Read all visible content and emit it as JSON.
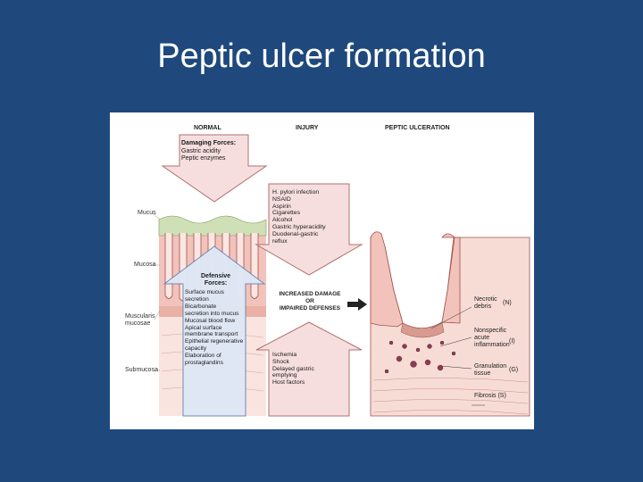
{
  "slide": {
    "title": "Peptic ulcer formation"
  },
  "diagram": {
    "columns": {
      "normal": "NORMAL",
      "injury": "INJURY",
      "ulceration": "PEPTIC ULCERATION"
    },
    "layers": {
      "mucus": "Mucus",
      "mucosa": "Mucosa",
      "muscularis": "Muscularis\nmucosae",
      "submucosa": "Submucosa"
    },
    "damaging": {
      "heading": "Damaging Forces:",
      "items": "Gastric acidity\nPeptic enzymes"
    },
    "defensive": {
      "heading": "Defensive\nForces:",
      "items": "Surface mucus\n   secretion\nBicarbonate\n   secretion into mucus\nMucosal blood flow\nApical surface\n   membrane transport\nEpithelial regenerative\n   capacity\nElaboration of\n   prostaglandins"
    },
    "injury_top": {
      "items": "H. pylori infection\nNSAID\nAspirin\nCigarettes\nAlcohol\nGastric hyperacidity\nDuodenal-gastric\n   reflux"
    },
    "result": {
      "text": "INCREASED DAMAGE\nOR\nIMPAIRED DEFENSES"
    },
    "injury_bottom": {
      "items": "Ischemia\nShock\nDelayed gastric\n   emptying\nHost factors"
    },
    "ulcer_labels": {
      "necrotic": "Necrotic\ndebris",
      "necrotic_code": "(N)",
      "inflammation": "Nonspecific\nacute\ninflammation",
      "inflammation_code": "(I)",
      "granulation": "Granulation\ntissue",
      "granulation_code": "(G)",
      "fibrosis": "Fibrosis (S)"
    },
    "colors": {
      "arrow_fill": "#f6dede",
      "arrow_stroke": "#b07070",
      "defense_fill": "#dfe8f6",
      "defense_stroke": "#6b86b3",
      "mucosa": "#f2c3bb",
      "submucosa": "#f7dcd6"
    }
  }
}
